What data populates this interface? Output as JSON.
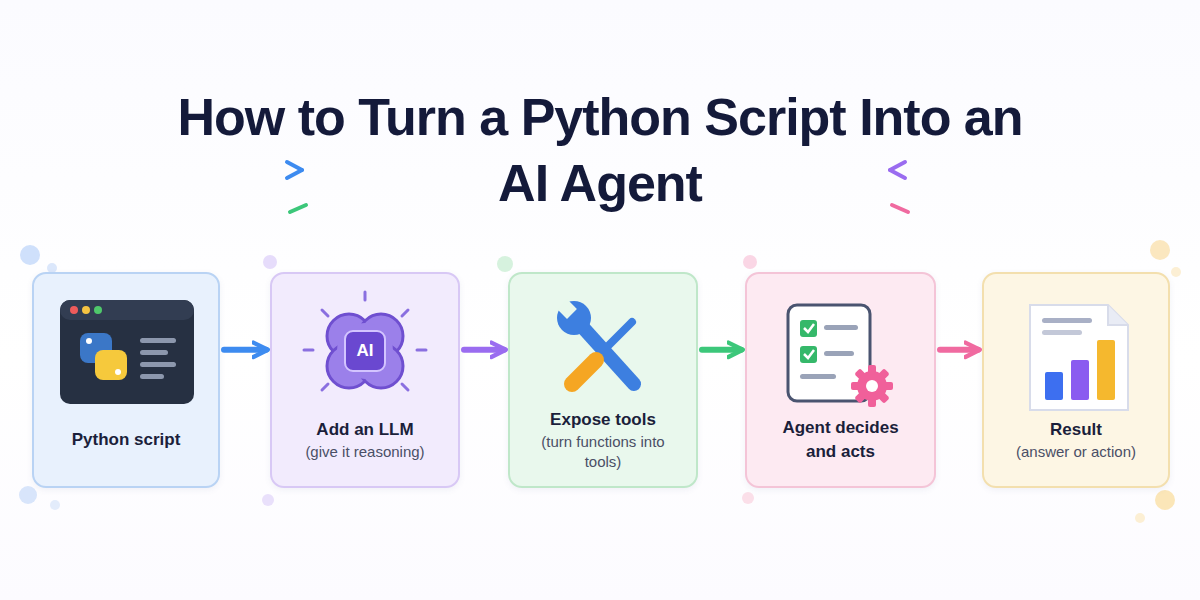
{
  "diagram": {
    "title": "How to Turn a Python Script Into an AI Agent",
    "nodes": [
      {
        "text": [
          "Python script"
        ]
      },
      {
        "text": [
          "Add an LLM",
          "(give it reasoning)"
        ]
      },
      {
        "text": [
          "Expose tools",
          "(turn functions into tools)"
        ]
      },
      {
        "text": [
          "Agent decides and acts"
        ]
      },
      {
        "text": [
          "Result",
          "(answer or action)"
        ]
      }
    ],
    "edges": [
      {
        "from": 0,
        "to": 1,
        "arrow": "to"
      },
      {
        "from": 1,
        "to": 2,
        "arrow": "to"
      },
      {
        "from": 2,
        "to": 3,
        "arrow": "to"
      },
      {
        "from": 3,
        "to": 4,
        "arrow": "to"
      }
    ],
    "labels": [
      "AI"
    ]
  }
}
